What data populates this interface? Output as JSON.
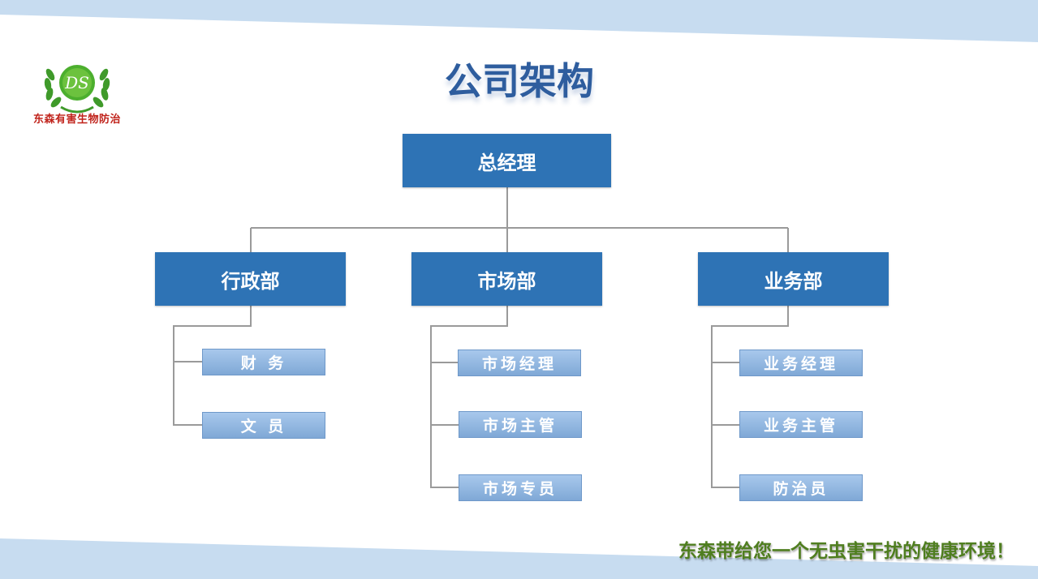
{
  "logo": {
    "caption": "东森有害生物防治",
    "initials": "DS"
  },
  "title": "公司架构",
  "org": {
    "root": "总经理",
    "departments": [
      {
        "name": "行政部",
        "members": [
          "财 务",
          "文 员"
        ]
      },
      {
        "name": "市场部",
        "members": [
          "市场经理",
          "市场主管",
          "市场专员"
        ]
      },
      {
        "name": "业务部",
        "members": [
          "业务经理",
          "业务主管",
          "防治员"
        ]
      }
    ]
  },
  "slogan": "东森带给您一个无虫害干扰的健康环境！",
  "colors": {
    "box": "#2e73b5",
    "sub_box": "#8fb5e0",
    "title": "#2e5d9e",
    "slogan": "#4f7e1f",
    "logo_text": "#c0231b",
    "band": "#c7dcf0"
  }
}
